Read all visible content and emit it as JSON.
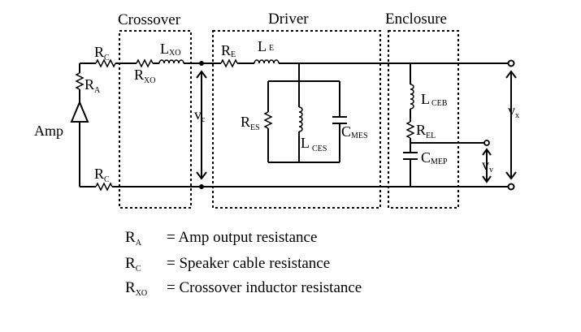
{
  "sections": {
    "crossover": "Crossover",
    "driver": "Driver",
    "enclosure": "Enclosure"
  },
  "labels": {
    "amp": "Amp",
    "ra": {
      "main": "R",
      "sub": "A"
    },
    "rc_top": {
      "main": "R",
      "sub": "C"
    },
    "rc_bottom": {
      "main": "R",
      "sub": "C"
    },
    "lxo": {
      "main": "L",
      "sub": "XO"
    },
    "rxo": {
      "main": "R",
      "sub": "XO"
    },
    "re": {
      "main": "R",
      "sub": "E"
    },
    "le": {
      "main": "L",
      "sub": "E"
    },
    "res": {
      "main": "R",
      "sub": "ES"
    },
    "lces": {
      "main": "L",
      "sub": "CES"
    },
    "cmes": {
      "main": "C",
      "sub": "MES"
    },
    "lceb": {
      "main": "L",
      "sub": "CEB"
    },
    "rel": {
      "main": "R",
      "sub": "EL"
    },
    "cmep": {
      "main": "C",
      "sub": "MEP"
    },
    "vc": {
      "main": "v",
      "sub": "c"
    },
    "vx": {
      "main": "v",
      "sub": "x"
    },
    "vv": {
      "main": "v",
      "sub": "v"
    }
  },
  "legend": [
    {
      "symbol": "R",
      "sub": "A",
      "text": "= Amp output resistance"
    },
    {
      "symbol": "R",
      "sub": "C",
      "text": "= Speaker cable resistance"
    },
    {
      "symbol": "R",
      "sub": "XO",
      "text": "= Crossover inductor resistance"
    }
  ]
}
